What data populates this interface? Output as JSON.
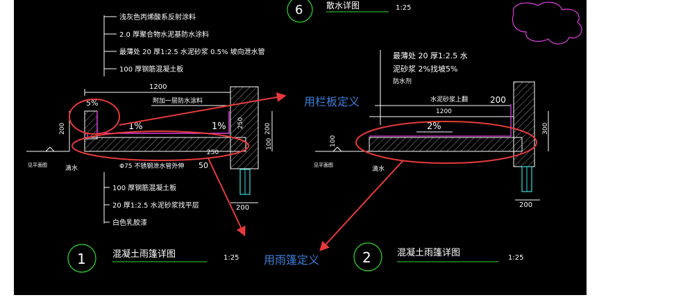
{
  "colors": {
    "background": "#000000",
    "line_white": "#ffffff",
    "line_green": "#2fdc2f",
    "line_cyan": "#35e0e0",
    "line_magenta": "#e040e0",
    "annotation_red": "#e83a3a",
    "annotation_text": "#3b7fd9",
    "hatch": "#9a9a9a"
  },
  "annotations": {
    "railing": "用栏板定义",
    "canopy": "用雨篷定义"
  },
  "detail6": {
    "number": "6",
    "title": "散水详图",
    "scale": "1:25"
  },
  "detail1": {
    "number": "1",
    "title": "混凝土雨篷详图",
    "scale": "1:25",
    "top_notes": [
      "浅灰色丙烯酸系反射涂料",
      "2.0  厚聚合物水泥基防水涂料",
      "最薄处 20 厚1:2.5 水泥砂浆 0.5% 坡向泄水管",
      "100  厚钢筋混凝土板"
    ],
    "dims": {
      "top_width": "1200",
      "slope_left": "5%",
      "slope_mid": "1%",
      "slope_right": "1%",
      "waterproof_note": "附加一层防水涂料",
      "height_left": "200",
      "height_right": "200",
      "dim_100": "100",
      "dim_250a": "250",
      "dim_250b": "250",
      "dim_50": "50",
      "pipe_note": "Φ75  不锈钢泄水管外伸",
      "bottom_width": "200",
      "drip": "滴水",
      "section_mark": "见平面图"
    },
    "bottom_notes": [
      "100  厚钢筋混凝土板",
      "20  厚1:2.5  水泥砂浆找平层",
      "白色乳胶漆"
    ]
  },
  "detail2": {
    "number": "2",
    "title": "混凝土雨篷详图",
    "scale": "1:25",
    "top_notes": [
      "最薄处 20 厚1:2.5 水",
      "泥砂浆 2%找坡5%",
      "防水剂"
    ],
    "dims": {
      "note_upper": "水泥砂浆上翻",
      "height_200": "200",
      "top_width": "1200",
      "slope": "2%",
      "height_300": "300",
      "dim_100": "100",
      "bottom_width": "200",
      "drip": "滴水",
      "section_mark": "见平面图"
    }
  }
}
